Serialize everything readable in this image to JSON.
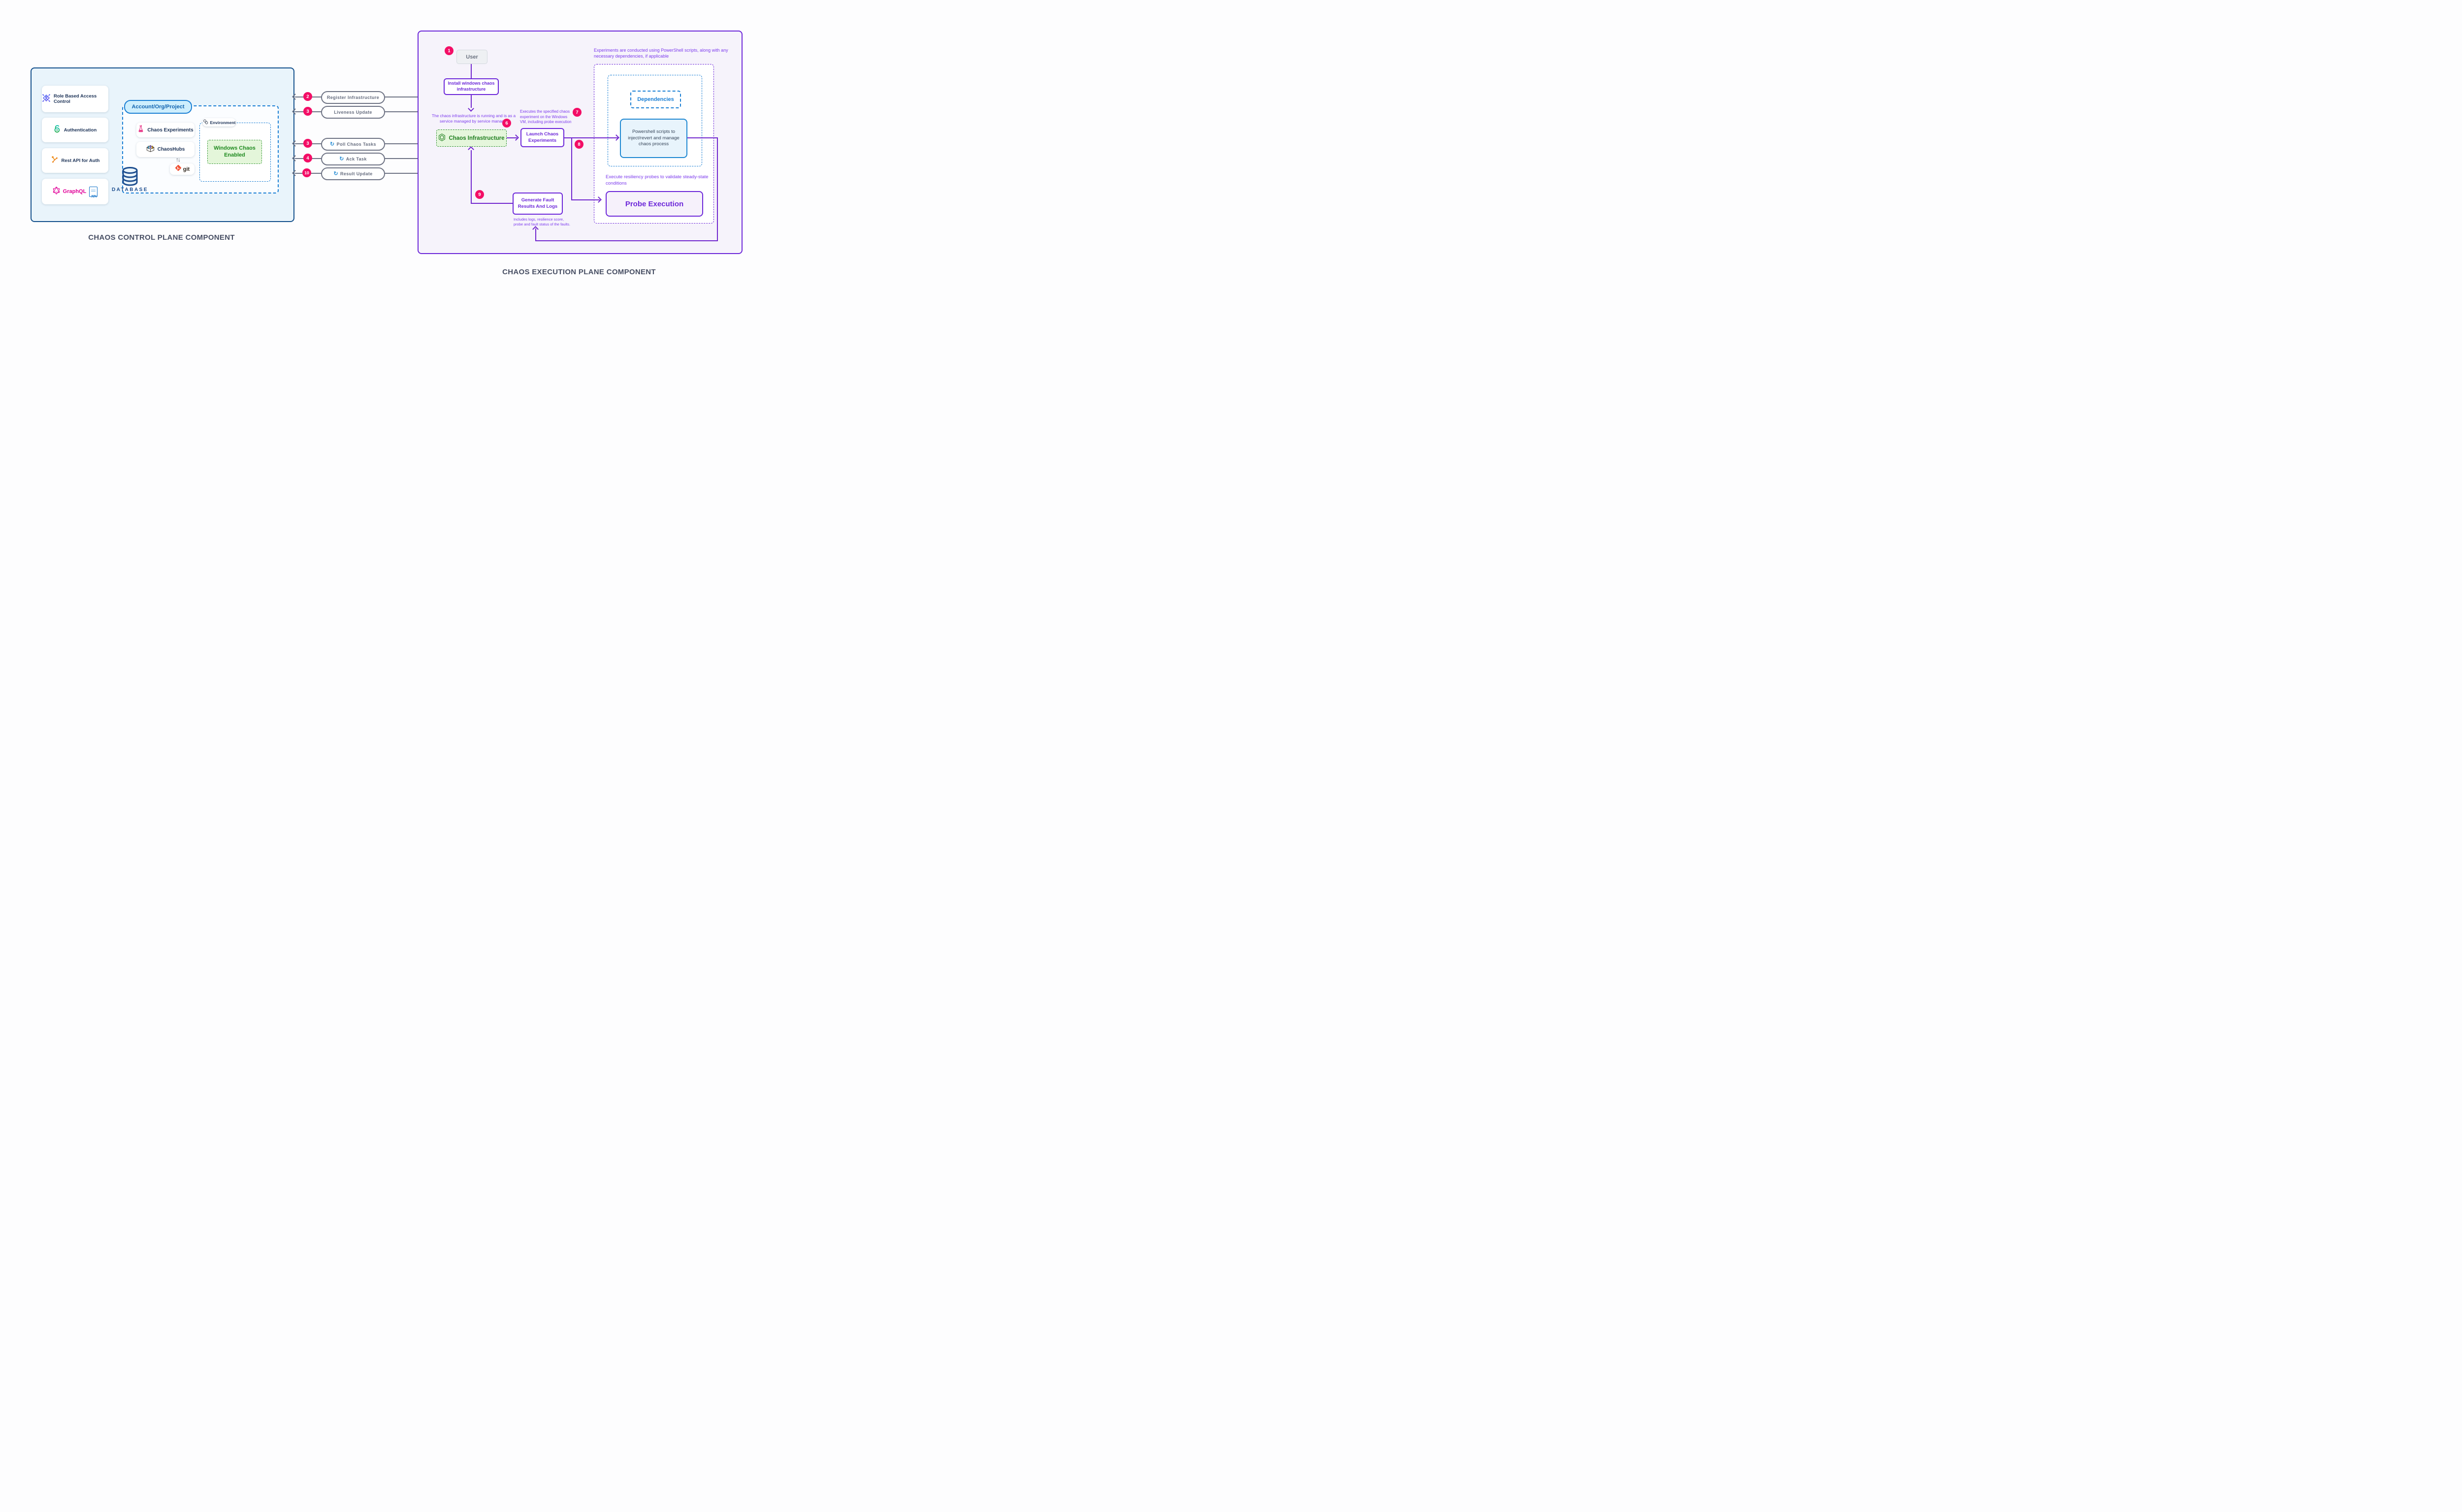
{
  "titles": {
    "control": "CHAOS CONTROL PLANE COMPONENT",
    "execution": "CHAOS EXECUTION PLANE COMPONENT"
  },
  "control": {
    "cards": [
      {
        "label": "Role Based Access Control",
        "icon": "rbac-diamond-user-icon"
      },
      {
        "label": "Authentication",
        "icon": "open-lock-icon"
      },
      {
        "label": "Rest API for Auth",
        "icon": "branch-nodes-icon"
      },
      {
        "label": "GraphQL",
        "icon": "graphql-logo-icon",
        "badge_text": "API"
      }
    ],
    "database_label": "DATABASE",
    "account_pill": "Account/Org/Project",
    "chaos_experiments": "Chaos Experiments",
    "chaoshubs": "ChaosHubs",
    "git_label": "git",
    "environment": "Environment",
    "windows_chaos": "Windows Chaos Enabled",
    "updown_glyph": "↑↓"
  },
  "flows": [
    {
      "badge": "2",
      "label": "Register Infrastructure"
    },
    {
      "badge": "3",
      "label": "Liveness Update"
    },
    {
      "badge": "3",
      "label": "Poll Chaos Tasks",
      "sync_glyph": "↻"
    },
    {
      "badge": "4",
      "label": "Ack Task",
      "sync_glyph": "↻"
    },
    {
      "badge": "10",
      "label": "Result Update",
      "sync_glyph": "↻"
    }
  ],
  "execution": {
    "badge_1": "1",
    "user": "User",
    "install": "Install windows chaos infrastructure",
    "running_note": "The chaos infrastructure is running and is as a service managed by service manager",
    "badge_6": "6",
    "chaos_infrastructure": "Chaos Infrastructure",
    "launch": "Launch Chaos Experiments",
    "executes_note": "Executes the specified chaos experiment on the Windows VM, including probe execution",
    "badge_7": "7",
    "badge_8": "8",
    "top_note": "Experiments are conducted using PowerShell scripts, along with any necessary dependencies, if applicable",
    "dependencies": "Dependencies",
    "powershell": "Powershell scripts to inject/revert and manage chaos process",
    "probe_note": "Execute resiliency probes to validate steady-state conditions",
    "probe_execution": "Probe Execution",
    "badge_9": "9",
    "generate": "Generate Fault Results And Logs",
    "includes_note": "Includes logs, resilience score, probe and fault status of the faults."
  },
  "colors": {
    "badge_pink": "#F30E66",
    "purple_border": "#6D28D9",
    "purple_text": "#7C3AED",
    "slate_flow": "#6E7384",
    "navy_label": "#1D3357",
    "blue_dashed": "#1A7FD4",
    "green_text": "#1E8A1E",
    "green_fill": "#E4F6DA",
    "database_navy": "#1C4D8E",
    "graphql_pink": "#E10098",
    "git_red": "#F05033",
    "control_bg": "#E9F4FB",
    "execution_bg": "#F6F3FB"
  }
}
